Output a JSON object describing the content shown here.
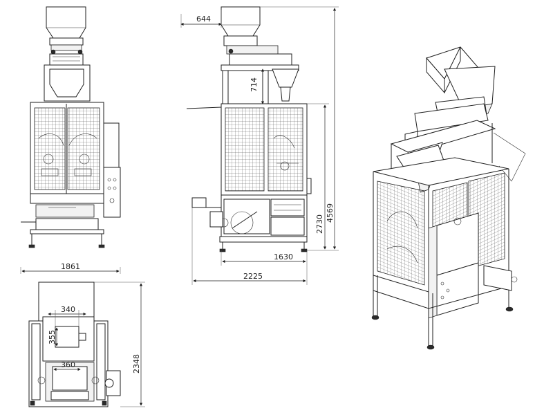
{
  "dimensions": {
    "front_width": "644",
    "upper_height": "714",
    "total_height": "4569",
    "frame_height": "2730",
    "frame_width": "1630",
    "side_width": "2225",
    "top_width": "1861",
    "top_depth": "2348",
    "hopper_width": "340",
    "hopper_depth": "355",
    "inner_width": "360"
  }
}
